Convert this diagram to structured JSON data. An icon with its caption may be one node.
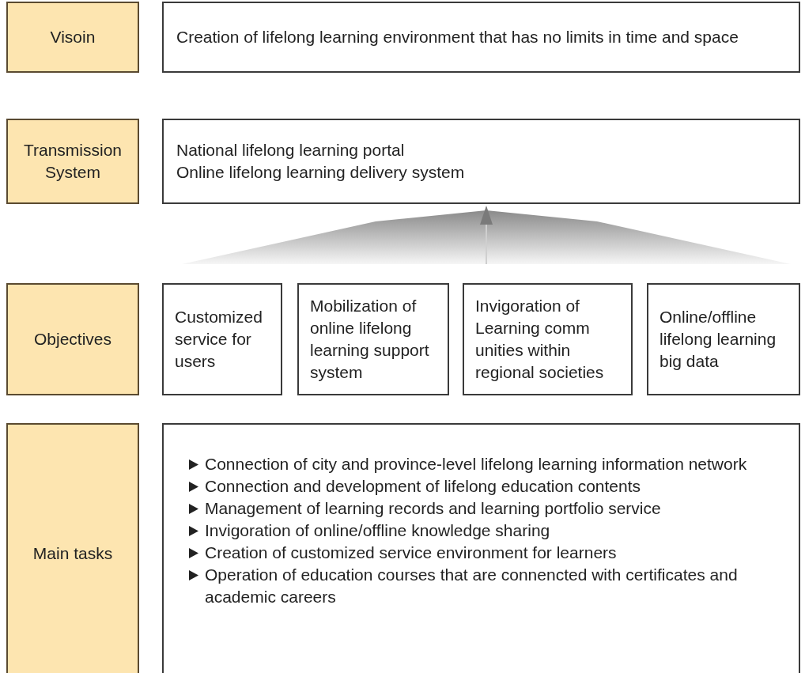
{
  "diagram": {
    "nodes": [
      {
        "text": [
          "Visoin"
        ]
      },
      {
        "text": [
          "Creation of lifelong learning environment that has no limits in time and space"
        ]
      },
      {
        "text": [
          "Transmission System"
        ]
      },
      {
        "text": [
          "National lifelong learning portal",
          "Online lifelong learning delivery system"
        ]
      },
      {
        "text": [
          "Objectives"
        ]
      },
      {
        "text": [
          "Customized service for users"
        ]
      },
      {
        "text": [
          "Mobilization of online lifelong learning support system"
        ]
      },
      {
        "text": [
          "Invigoration of Learning comm unities within regional societies"
        ]
      },
      {
        "text": [
          "Online/offline lifelong learning big data"
        ]
      },
      {
        "text": [
          "Main tasks"
        ]
      },
      {
        "text": [
          "Connection of city and province-level lifelong learning information network",
          "Connection and development of lifelong education contents",
          "Management of learning records and learning portfolio service",
          "Invigoration of online/offline knowledge sharing",
          "Creation of customized service environment for learners",
          "Operation of education courses that are connencted with certificates and academic careers"
        ]
      }
    ],
    "edges": [
      {
        "from": null,
        "to": 3,
        "arrow": "to"
      }
    ]
  }
}
